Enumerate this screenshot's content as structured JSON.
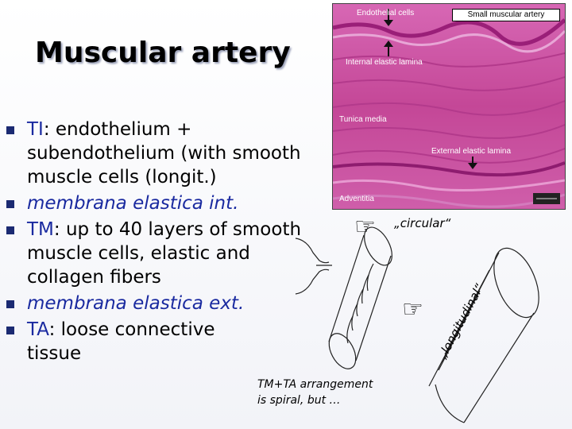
{
  "slide": {
    "title": "Muscular artery",
    "bullets": [
      {
        "lead": "TI",
        "rest": ": endothelium + subendothelium (with smooth muscle cells (longit.)"
      },
      {
        "text": "membrana elastica int."
      },
      {
        "lead": "TM",
        "rest": ": up to 40 layers of smooth muscle cells, elastic and collagen fibers"
      },
      {
        "text": "membrana elastica ext."
      },
      {
        "lead": "TA",
        "rest": ": loose connective tissue"
      }
    ],
    "micrograph": {
      "labels": {
        "endothelial": "Endothelial cells",
        "internal": "Internal elastic lamina",
        "media": "Tunica media",
        "external": "External elastic lamina",
        "adventitia": "Adventitia",
        "box": "Small muscular artery"
      }
    },
    "diagram": {
      "circular": "„circular“",
      "longitudinal": "„longitudinal“",
      "note_line1": "TM+TA arrangement",
      "note_line2": "is spiral, but …"
    },
    "colors": {
      "bullet_text": "#1a2aa0",
      "bullet_marker": "#1b2a72",
      "tissue_pink": "#c8459e"
    },
    "icons": [
      "pointing-hand-icon",
      "pointing-hand-icon"
    ]
  }
}
